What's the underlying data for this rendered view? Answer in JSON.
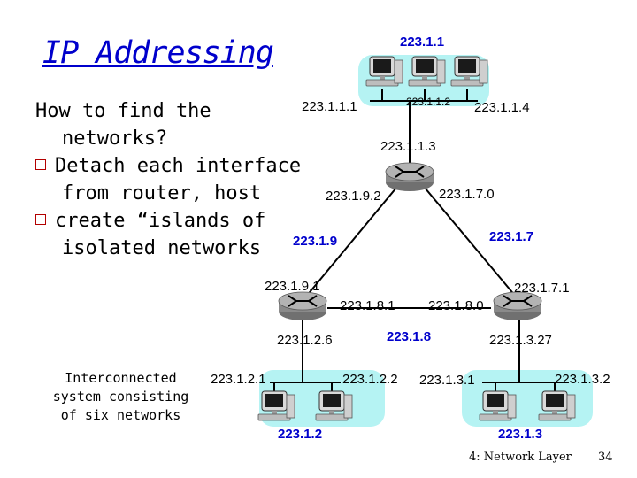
{
  "title": "IP Addressing",
  "bullets": [
    {
      "lines": [
        "How to find the",
        "networks?"
      ],
      "marker": false
    },
    {
      "lines": [
        "Detach each interface",
        "from router, host"
      ],
      "marker": true
    },
    {
      "lines": [
        "create “islands of",
        "isolated networks"
      ],
      "marker": true
    }
  ],
  "caption": [
    "Interconnected",
    "system consisting",
    "of six networks"
  ],
  "footer": "4: Network Layer",
  "page_number": "34",
  "colors": {
    "title": "#0000cc",
    "network_label": "#0000cc",
    "bubble": "#b5f3f3",
    "bullet_marker": "#b30000"
  },
  "diagram": {
    "networks": [
      "223.1.1",
      "223.1.9",
      "223.1.7",
      "223.1.8",
      "223.1.2",
      "223.1.3"
    ],
    "addresses": {
      "h_1_1": "223.1.1.1",
      "h_1_2": "223.1.1.2",
      "h_1_4": "223.1.1.4",
      "r_1_3": "223.1.1.3",
      "r_9_2": "223.1.9.2",
      "r_7_0": "223.1.7.0",
      "r_9_1": "223.1.9.1",
      "r_8_1": "223.1.8.1",
      "r_8_0": "223.1.8.0",
      "r_7_1": "223.1.7.1",
      "r_2_6": "223.1.2.6",
      "r_3_27": "223.1.3.27",
      "h_2_1": "223.1.2.1",
      "h_2_2": "223.1.2.2",
      "h_3_1": "223.1.3.1",
      "h_3_2": "223.1.3.2"
    }
  }
}
